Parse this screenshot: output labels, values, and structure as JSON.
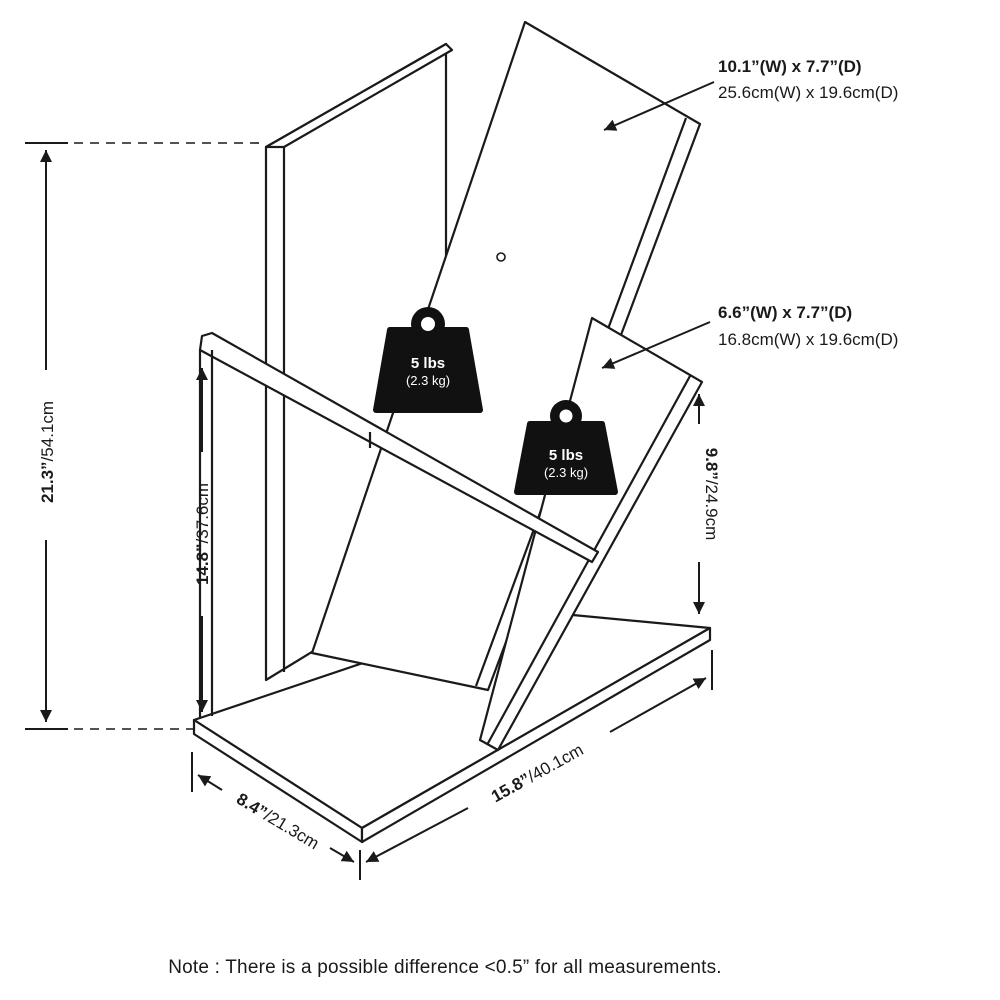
{
  "top_shelf": {
    "imperial": "10.1”(W)  x 7.7”(D)",
    "metric": "25.6cm(W) x 19.6cm(D)"
  },
  "middle_shelf": {
    "imperial": "6.6”(W)  x 7.7”(D)",
    "metric": "16.8cm(W) x 19.6cm(D)"
  },
  "weight_top": {
    "lbs": "5 lbs",
    "kg": "(2.3 kg)",
    "icon": "weight-icon"
  },
  "weight_middle": {
    "lbs": "5 lbs",
    "kg": "(2.3 kg)",
    "icon": "weight-icon"
  },
  "total_height": {
    "imperial": "21.3”",
    "metric": "/54.1cm"
  },
  "front_height": {
    "imperial": "14.8”",
    "metric": "/37.6cm"
  },
  "rear_height": {
    "imperial": "9.8”",
    "metric": "/24.9cm"
  },
  "depth": {
    "imperial": "8.4”",
    "metric": "/21.3cm"
  },
  "width": {
    "imperial": "15.8”",
    "metric": "/40.1cm"
  },
  "note": "Note : There is a possible difference <0.5” for all measurements."
}
